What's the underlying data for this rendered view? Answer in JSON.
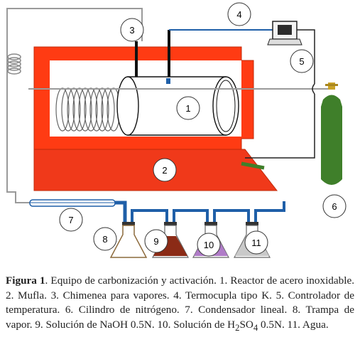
{
  "diagram": {
    "callouts": [
      "1",
      "2",
      "3",
      "4",
      "5",
      "6",
      "7",
      "8",
      "9",
      "10",
      "11"
    ]
  },
  "colors": {
    "muffle": "#ff3b13",
    "muffle_body": "#f0391a",
    "nitrogen_cylinder": "#3f7f2a",
    "tubing": "#1f5fa8",
    "grey_line": "#9a9a9a",
    "naoh_solution": "#8b2b16",
    "h2so4_solution": "#b07cc8",
    "water": "#c9c9c9"
  },
  "caption": {
    "label": "Figura 1",
    "part1": ". Equipo de carbonización y activación. 1. Reactor de acero inoxidable. 2. Mufla. 3. Chimenea para vapores. 4. Termocupla tipo K. 5. Controlador de temperatura. 6. Cilindro de nitrógeno. 7. Condensador lineal. 8. Trampa de vapor. 9. Solución de NaOH 0.5N. 10. Solución de H",
    "sub1": "2",
    "mid": "SO",
    "sub2": "4",
    "part2": " 0.5N. 11. Agua."
  }
}
